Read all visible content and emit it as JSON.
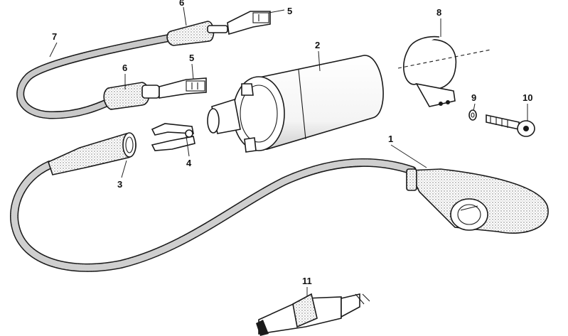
{
  "colors": {
    "ink": "#1a1a1a",
    "stipple": "#9a9a9a",
    "paper": "#ffffff",
    "metal": "#f2f2f2"
  },
  "parts": [
    {
      "id": "coil",
      "number": "1"
    },
    {
      "id": "ignition-coil",
      "number": "2"
    },
    {
      "id": "coil-boot",
      "number": "3"
    },
    {
      "id": "spring-clip",
      "number": "4"
    },
    {
      "id": "spade-terminal",
      "number": "5"
    },
    {
      "id": "insulating-sleeve",
      "number": "6"
    },
    {
      "id": "ignition-lead",
      "number": "7"
    },
    {
      "id": "mounting-bracket",
      "number": "8"
    },
    {
      "id": "washer",
      "number": "9"
    },
    {
      "id": "screw",
      "number": "10"
    },
    {
      "id": "spark-plug",
      "number": "11"
    }
  ],
  "labels": {
    "p1": "1",
    "p2": "2",
    "p3": "3",
    "p4": "4",
    "p5a": "5",
    "p5b": "5",
    "p6a": "6",
    "p6b": "6",
    "p7": "7",
    "p8": "8",
    "p9": "9",
    "p10": "10",
    "p11": "11"
  }
}
